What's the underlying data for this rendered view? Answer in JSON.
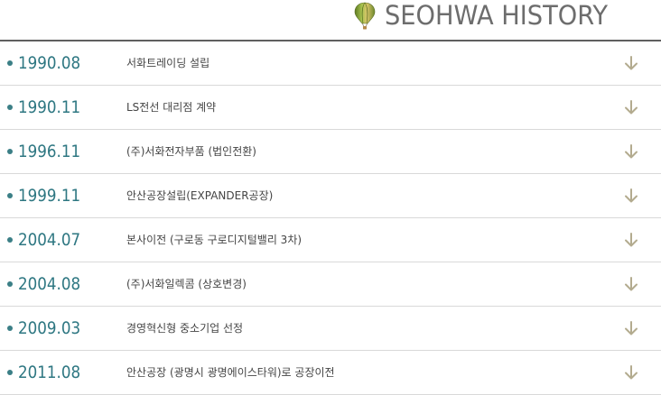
{
  "header": {
    "title": "SEOHWA HISTORY",
    "icon": "hot-air-balloon-icon"
  },
  "colors": {
    "date": "#2e7782",
    "bullet": "#3b7f86",
    "arrow": "#b3ab8f",
    "rule": "#5f5f5f",
    "divider": "#d9d9d9",
    "balloon": "#7c9a3c"
  },
  "history": [
    {
      "date": "1990.08",
      "desc": "서화트레이딩 설립",
      "icon": "arrow-down-icon"
    },
    {
      "date": "1990.11",
      "desc": "LS전선 대리점 계약",
      "icon": "arrow-down-icon"
    },
    {
      "date": "1996.11",
      "desc": "(주)서화전자부품 (법인전환)",
      "icon": "arrow-down-icon"
    },
    {
      "date": "1999.11",
      "desc": "안산공장설립(EXPANDER공장)",
      "icon": "arrow-down-icon"
    },
    {
      "date": "2004.07",
      "desc": "본사이전 (구로동 구로디지털밸리 3차)",
      "icon": "arrow-down-icon"
    },
    {
      "date": "2004.08",
      "desc": "(주)서화일렉콤 (상호변경)",
      "icon": "arrow-down-icon"
    },
    {
      "date": "2009.03",
      "desc": "경영혁신형 중소기업 선정",
      "icon": "arrow-down-icon"
    },
    {
      "date": "2011.08",
      "desc": "안산공장 (광명시 광명에이스타워)로 공장이전",
      "icon": "arrow-down-icon"
    }
  ]
}
